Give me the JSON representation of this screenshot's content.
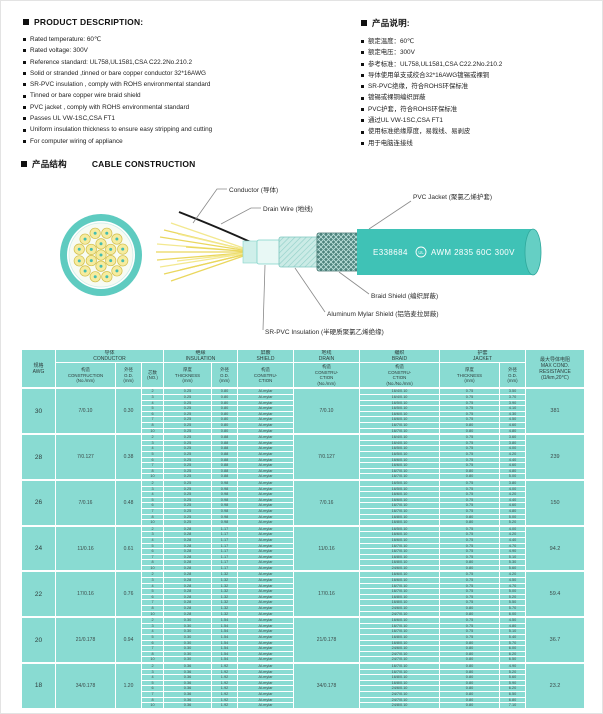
{
  "colors": {
    "table_teal": "#89DBD2",
    "jacket_teal": "#3FC2B6",
    "ring_teal": "#5ECBC0",
    "wire_yellow": "#F6EC9E"
  },
  "product_description": {
    "title": "PRODUCT DESCRIPTION:",
    "items": [
      "Rated temperature: 60℃",
      "Rated voltage: 300V",
      "Reference standard: UL758,UL1581,CSA C22.2No.210.2",
      "Solid or stranded ,tinned or bare copper conductor 32*16AWG",
      "SR-PVC insulation , comply with ROHS environmental standard",
      "Tinned or bare copper wire braid shield",
      "PVC jacket , comply with ROHS environmental standard",
      "Passes UL VW-1SC,CSA FT1",
      "Uniform insulation thickness to ensure easy stripping and cutting",
      "For computer wiring of appliance"
    ]
  },
  "product_notes": {
    "title": "产品说明:",
    "items": [
      "额定温度：60℃",
      "额定电压：300V",
      "参考标准：UL758,UL1581,CSA C22.2No.210.2",
      "导体使用单支或绞合32*16AWG镀锡或裸铜",
      "SR-PVC绝缘，符合ROHS环保标准",
      "镀锡或裸铜编织屏蔽",
      "PVC护套，符合ROHS环保标准",
      "通过UL VW-1SC,CSA FT1",
      "使用标准绝缘厚度，易裁线、易剥皮",
      "用于电脑连接线"
    ]
  },
  "construction": {
    "title_cn": "产品结构",
    "title_en": "CABLE CONSTRUCTION",
    "labels": {
      "conductor": "Conductor (导体)",
      "drain_wire": "Drain Wire (地线)",
      "pvc_jacket": "PVC Jacket (聚氯乙烯护套)",
      "braid_shield": "Braid Shield (编织屏蔽)",
      "aluminum_mylar": "Aluminum Mylar Shield (铝箔麦拉屏蔽)",
      "sr_pvc": "SR-PVC Insulation (半硬质聚氯乙烯绝缘)",
      "print_cert": "E338684",
      "print_ul": "UL",
      "print_spec": "AWM 2835 60C 300V"
    }
  },
  "table": {
    "headers": {
      "awg": [
        "规格",
        "AWG"
      ],
      "groups_row": [
        {
          "label": [
            "导体",
            "CONDUCTOR"
          ],
          "span": 3
        },
        {
          "label": [
            "绝缘",
            "INSULATION"
          ],
          "span": 2
        },
        {
          "label": [
            "屏蔽",
            "SHIELD"
          ],
          "span": 1
        },
        {
          "label": [
            "地线",
            "DRAIN"
          ],
          "span": 1
        },
        {
          "label": [
            "编织",
            "BRAID"
          ],
          "span": 1
        },
        {
          "label": [
            "护套",
            "JACKET"
          ],
          "span": 2
        }
      ],
      "sub_row": [
        [
          "构造",
          "CONSTRUCTION",
          "(No./mm)"
        ],
        [
          "外径",
          "O.D.",
          "(mm)"
        ],
        [
          "芯数",
          "(NO.)"
        ],
        [
          "厚度",
          "THICKNESS",
          "(mm)"
        ],
        [
          "外径",
          "O.D.",
          "(mm)"
        ],
        [
          "构造",
          "CONSTRU-",
          "CTION"
        ],
        [
          "构造",
          "CONSTRU-",
          "CTION",
          "(No./mm)"
        ],
        [
          "构造",
          "CONSTRU-",
          "CTION",
          "(No./No./mm)"
        ],
        [
          "厚度",
          "THICKNESS",
          "(mm)"
        ],
        [
          "外径",
          "O.D.",
          "(mm)"
        ]
      ],
      "resistance": [
        "最大导体电阻",
        "MAX COND.",
        "RESISTANCE",
        "(Ω/km,20℃)"
      ]
    },
    "groups": [
      {
        "awg": "30",
        "construction": "7/0.10",
        "od": "0.30",
        "drain": "7/0.10",
        "resistance": "381",
        "cores": [
          "2",
          "3",
          "4",
          "5",
          "6",
          "7",
          "8",
          "10"
        ],
        "ins_thk": "0.25",
        "ins_od": "0.80",
        "shield": "Al-mylar",
        "braid": [
          "16/4/0.10",
          "16/4/0.10",
          "16/5/0.10",
          "16/5/0.10",
          "16/6/0.10",
          "16/6/0.10",
          "16/7/0.10",
          "16/7/0.10"
        ],
        "jkt_thk": [
          "0.75",
          "0.75",
          "0.75",
          "0.75",
          "0.75",
          "0.75",
          "0.80",
          "0.80"
        ],
        "jkt_od": [
          "3.50",
          "3.70",
          "3.90",
          "4.10",
          "4.30",
          "4.50",
          "4.60",
          "4.80"
        ]
      },
      {
        "awg": "28",
        "construction": "7/0.127",
        "od": "0.38",
        "drain": "7/0.127",
        "resistance": "239",
        "cores": [
          "2",
          "3",
          "4",
          "5",
          "6",
          "7",
          "8",
          "10"
        ],
        "ins_thk": "0.25",
        "ins_od": "0.88",
        "shield": "Al-mylar",
        "braid": [
          "16/4/0.10",
          "16/4/0.10",
          "16/5/0.10",
          "16/5/0.10",
          "16/6/0.10",
          "16/6/0.10",
          "16/7/0.10",
          "16/7/0.10"
        ],
        "jkt_thk": [
          "0.75",
          "0.75",
          "0.75",
          "0.75",
          "0.75",
          "0.75",
          "0.80",
          "0.80"
        ],
        "jkt_od": [
          "3.60",
          "3.80",
          "4.00",
          "4.20",
          "4.40",
          "4.60",
          "4.80",
          "5.00"
        ]
      },
      {
        "awg": "26",
        "construction": "7/0.16",
        "od": "0.48",
        "drain": "7/0.16",
        "resistance": "150",
        "cores": [
          "2",
          "3",
          "4",
          "5",
          "6",
          "7",
          "8",
          "10"
        ],
        "ins_thk": "0.25",
        "ins_od": "0.98",
        "shield": "Al-mylar",
        "braid": [
          "16/5/0.10",
          "16/5/0.10",
          "16/6/0.10",
          "16/6/0.10",
          "16/7/0.10",
          "16/7/0.10",
          "16/8/0.10",
          "16/8/0.10"
        ],
        "jkt_thk": [
          "0.75",
          "0.75",
          "0.75",
          "0.75",
          "0.75",
          "0.75",
          "0.80",
          "0.80"
        ],
        "jkt_od": [
          "3.80",
          "4.00",
          "4.20",
          "4.40",
          "4.60",
          "4.80",
          "5.00",
          "5.20"
        ]
      },
      {
        "awg": "24",
        "construction": "11/0.16",
        "od": "0.61",
        "drain": "11/0.16",
        "resistance": "94.2",
        "cores": [
          "2",
          "3",
          "4",
          "5",
          "6",
          "7",
          "8",
          "10"
        ],
        "ins_thk": "0.28",
        "ins_od": "1.17",
        "shield": "Al-mylar",
        "braid": [
          "16/5/0.10",
          "16/6/0.10",
          "16/6/0.10",
          "16/7/0.10",
          "16/7/0.10",
          "16/8/0.10",
          "16/8/0.10",
          "24/6/0.10"
        ],
        "jkt_thk": [
          "0.75",
          "0.75",
          "0.75",
          "0.75",
          "0.75",
          "0.75",
          "0.80",
          "0.80"
        ],
        "jkt_od": [
          "4.00",
          "4.20",
          "4.40",
          "4.70",
          "4.90",
          "5.10",
          "5.30",
          "5.60"
        ]
      },
      {
        "awg": "22",
        "construction": "17/0.16",
        "od": "0.76",
        "drain": "17/0.16",
        "resistance": "59.4",
        "cores": [
          "2",
          "3",
          "4",
          "5",
          "6",
          "7",
          "8",
          "10"
        ],
        "ins_thk": "0.28",
        "ins_od": "1.32",
        "shield": "Al-mylar",
        "braid": [
          "16/6/0.10",
          "16/6/0.10",
          "16/7/0.10",
          "16/7/0.10",
          "16/8/0.10",
          "16/8/0.10",
          "24/6/0.10",
          "24/7/0.10"
        ],
        "jkt_thk": [
          "0.75",
          "0.75",
          "0.75",
          "0.75",
          "0.75",
          "0.75",
          "0.80",
          "0.80"
        ],
        "jkt_od": [
          "4.20",
          "4.50",
          "4.70",
          "5.00",
          "5.20",
          "5.50",
          "5.70",
          "6.00"
        ]
      },
      {
        "awg": "20",
        "construction": "21/0.178",
        "od": "0.94",
        "drain": "21/0.178",
        "resistance": "36.7",
        "cores": [
          "2",
          "3",
          "4",
          "5",
          "6",
          "7",
          "8",
          "10"
        ],
        "ins_thk": "0.30",
        "ins_od": "1.54",
        "shield": "Al-mylar",
        "braid": [
          "16/6/0.10",
          "16/7/0.10",
          "16/7/0.10",
          "16/8/0.10",
          "16/8/0.10",
          "24/6/0.10",
          "24/7/0.10",
          "24/7/0.10"
        ],
        "jkt_thk": [
          "0.75",
          "0.75",
          "0.75",
          "0.75",
          "0.80",
          "0.80",
          "0.80",
          "0.80"
        ],
        "jkt_od": [
          "4.50",
          "4.80",
          "5.10",
          "5.40",
          "5.70",
          "6.00",
          "6.20",
          "6.50"
        ]
      },
      {
        "awg": "18",
        "construction": "34/0.178",
        "od": "1.20",
        "drain": "34/0.178",
        "resistance": "23.2",
        "cores": [
          "2",
          "3",
          "4",
          "5",
          "6",
          "7",
          "8",
          "10"
        ],
        "ins_thk": "0.36",
        "ins_od": "1.92",
        "shield": "Al-mylar",
        "braid": [
          "16/7/0.10",
          "16/7/0.10",
          "16/8/0.10",
          "16/8/0.10",
          "24/6/0.10",
          "24/7/0.10",
          "24/7/0.10",
          "24/8/0.10"
        ],
        "jkt_thk": [
          "0.80",
          "0.80",
          "0.80",
          "0.80",
          "0.80",
          "0.80",
          "0.80",
          "0.80"
        ],
        "jkt_od": [
          "4.90",
          "5.20",
          "5.60",
          "5.90",
          "6.20",
          "6.50",
          "6.80",
          "7.10"
        ]
      }
    ]
  }
}
